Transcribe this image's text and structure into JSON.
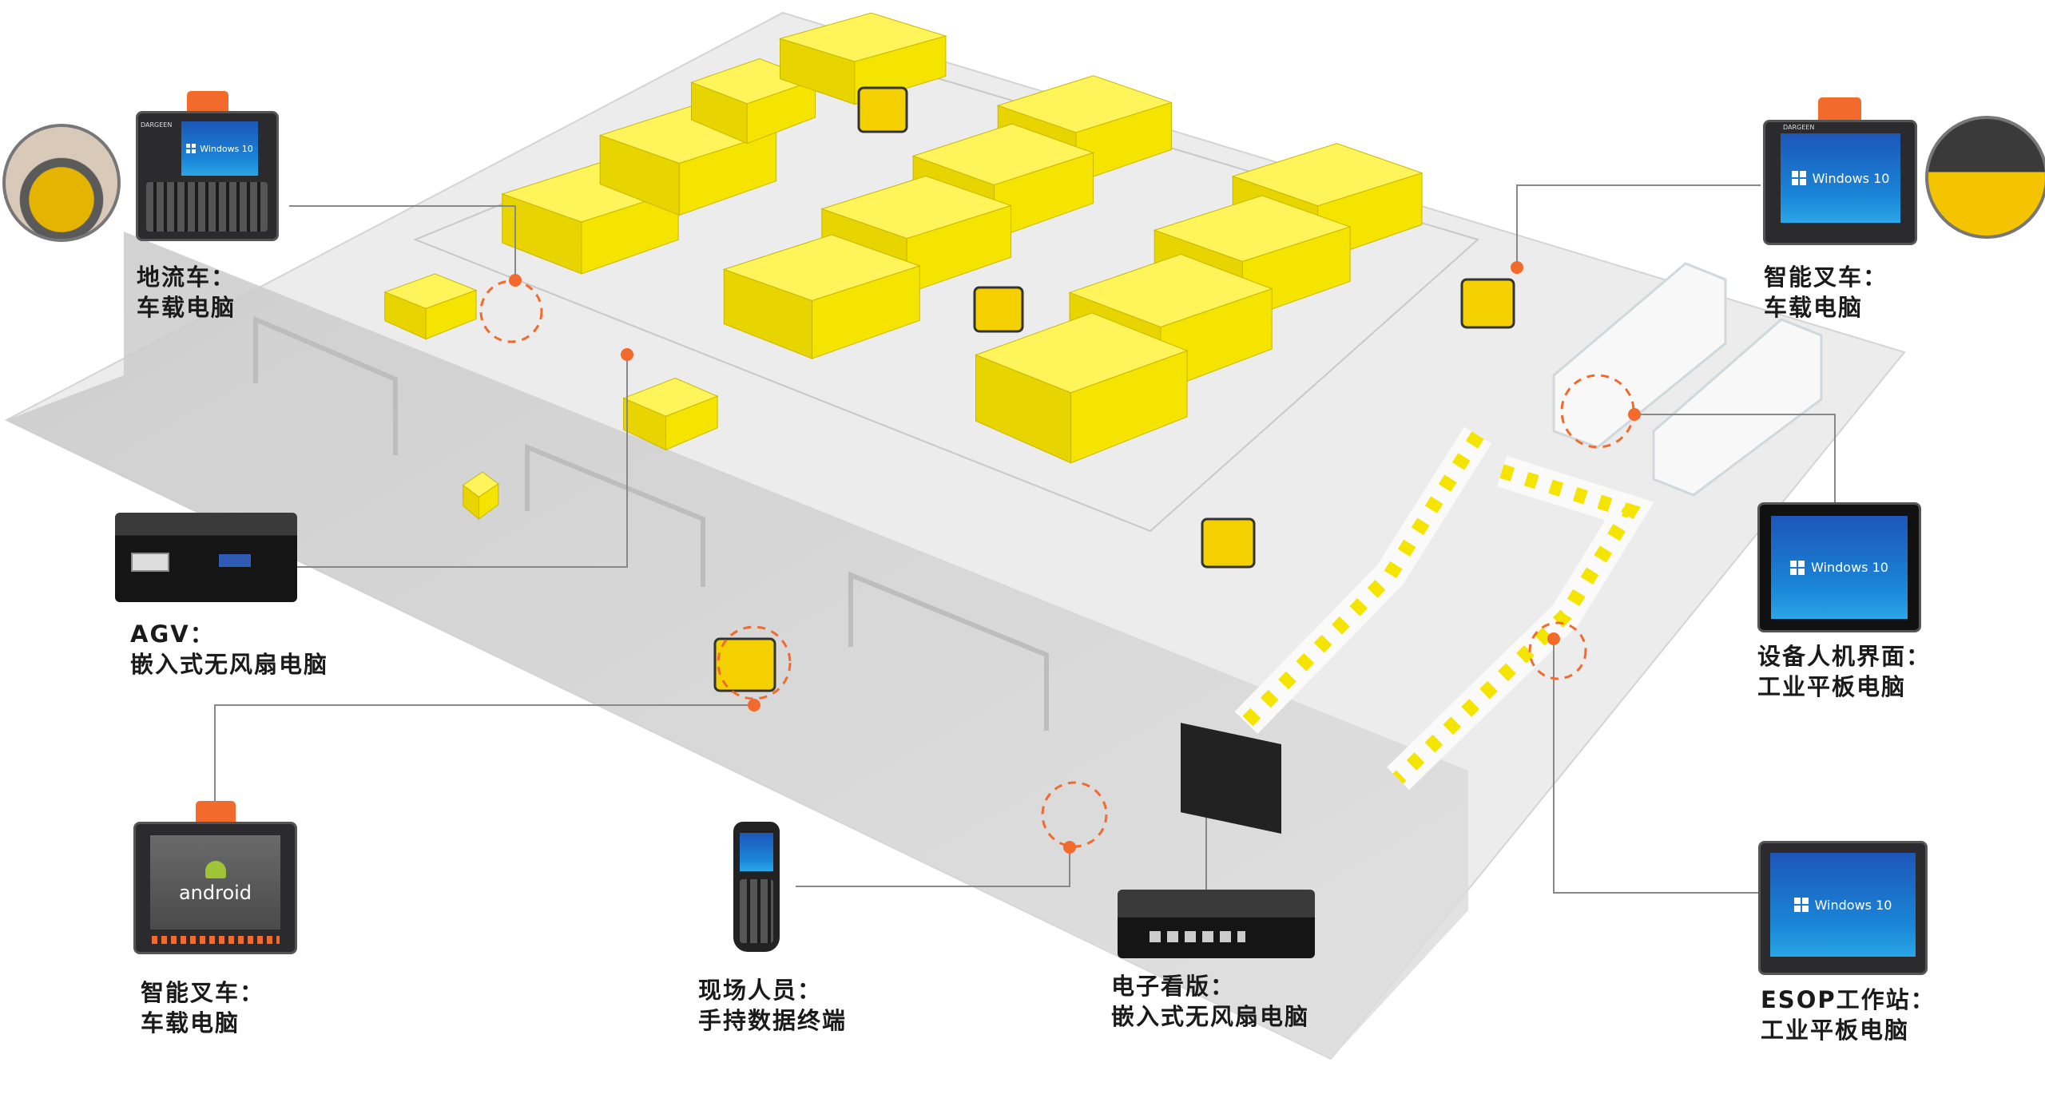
{
  "callouts": {
    "tow_tractor": {
      "title": "地流车：",
      "subtitle": "车载电脑"
    },
    "forklift_top": {
      "title": "智能叉车：",
      "subtitle": "车载电脑"
    },
    "agv": {
      "title": "AGV：",
      "subtitle": "嵌入式无风扇电脑"
    },
    "hmi": {
      "title": "设备人机界面：",
      "subtitle": "工业平板电脑"
    },
    "forklift_bottom": {
      "title": "智能叉车：",
      "subtitle": "车载电脑"
    },
    "field_staff": {
      "title": "现场人员：",
      "subtitle": "手持数据终端"
    },
    "signage": {
      "title": "电子看版：",
      "subtitle": "嵌入式无风扇电脑"
    },
    "esop": {
      "title": "ESOP工作站：",
      "subtitle": "工业平板电脑"
    }
  },
  "screens": {
    "windows": "Windows 10",
    "android": "android",
    "brand": "DARGEEN"
  },
  "colors": {
    "accent": "#f36a2d",
    "boxes": "#f5e400",
    "floor": "#ececec",
    "screen_blue": "#1a86d8"
  }
}
